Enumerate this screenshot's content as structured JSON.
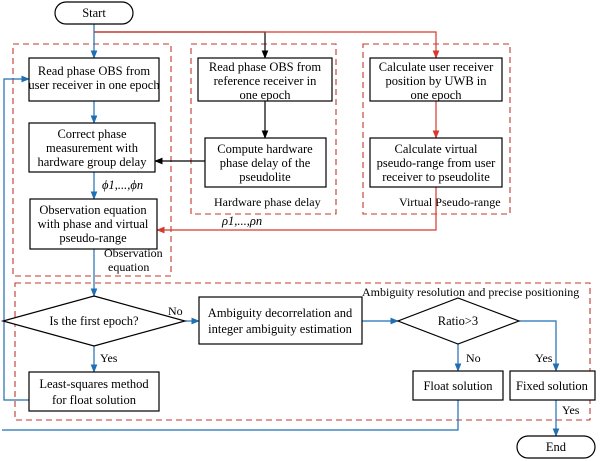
{
  "nodes": {
    "start": "Start",
    "end": "End",
    "read_user": [
      "Read phase OBS from",
      "user receiver in one",
      "epoch"
    ],
    "read_ref": [
      "Read phase OBS from",
      "reference receiver in",
      "one epoch"
    ],
    "calc_uwb": [
      "Calculate user receiver",
      "position by UWB in",
      "one epoch"
    ],
    "correct_phase": [
      "Correct phase",
      "measurement with",
      "hardware group delay"
    ],
    "compute_hw": [
      "Compute hardware",
      "phase delay of the",
      "pseudolite"
    ],
    "calc_virtual": [
      "Calculate virtual",
      "pseudo-range from user",
      "receiver to pseudolite"
    ],
    "obs_eq": [
      "Observation equation",
      "with phase and virtual",
      "pseudo-range"
    ],
    "first_epoch": "Is the first epoch?",
    "ambiguity": [
      "Ambiguity decorrelation and",
      "integer ambiguity estimation"
    ],
    "ratio": "Ratio>3",
    "least_squares": [
      "Least-squares method",
      "for float solution"
    ],
    "float_solution": "Float solution",
    "fixed_solution": "Fixed solution"
  },
  "groups": {
    "hardware_phase_delay": "Hardware phase delay",
    "virtual_pseudo_range": "Virtual Pseudo-range",
    "observation_equation": [
      "Observation",
      "equation"
    ],
    "ambiguity_resolution": "Ambiguity resolution and precise positioning"
  },
  "edge_labels": {
    "phi": "ϕ1,...,ϕn",
    "rho": "ρ1,...,ρn",
    "no_first": "No",
    "yes_first": "Yes",
    "no_ratio": "No",
    "yes_ratio": "Yes",
    "yes_fixed": "Yes"
  },
  "colors": {
    "blue_flow": "#1f6fb5",
    "red_flow": "#d63a2f",
    "black_flow": "#000000",
    "group_border": "#c0392b"
  }
}
